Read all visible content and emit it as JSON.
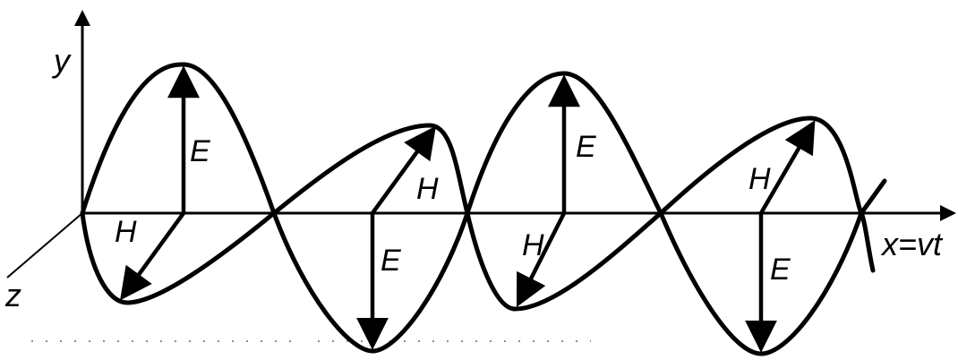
{
  "axes": {
    "y_label": "y",
    "x_label": "x=vt",
    "z_label": "z"
  },
  "vectors": {
    "e_label": "E",
    "h_label": "H"
  },
  "colors": {
    "ink": "#000000",
    "background": "#ffffff"
  }
}
